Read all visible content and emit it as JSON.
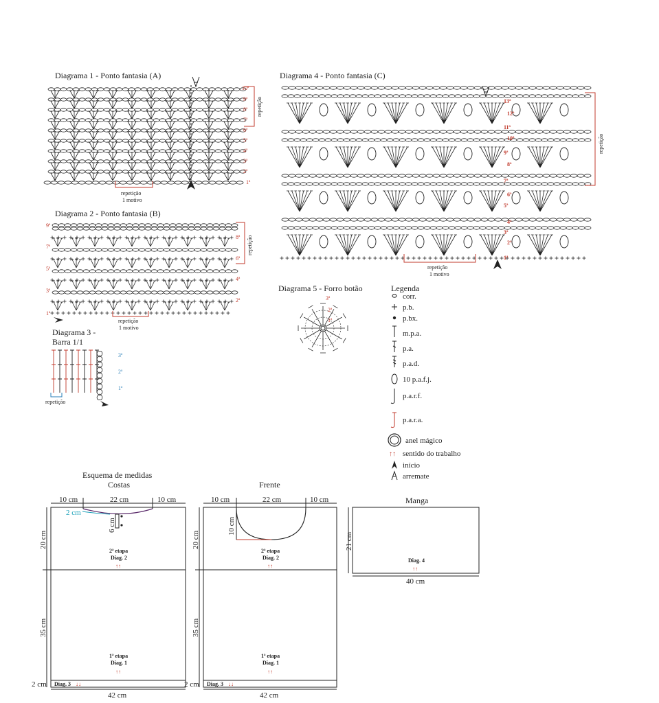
{
  "diagrams": {
    "d1": {
      "title": "Diagrama 1 - Ponto fantasia (A)",
      "rows": [
        "1ª",
        "2ª",
        "3ª",
        "4ª",
        "5ª",
        "6ª",
        "7ª",
        "8ª",
        "9ª",
        "10ª"
      ],
      "repeat_side": "repetição",
      "repeat_bottom": "repetição",
      "motif": "1 motivo"
    },
    "d2": {
      "title": "Diagrama 2 - Ponto fantasia (B)",
      "rows_left": [
        "1ª",
        "3ª",
        "5ª",
        "7ª",
        "9ª"
      ],
      "rows_right": [
        "2ª",
        "4ª",
        "6ª",
        "8ª"
      ],
      "repeat_side": "repetição",
      "repeat_bottom": "repetição",
      "motif": "1 motivo"
    },
    "d3": {
      "title_line1": "Diagrama 3 -",
      "title_line2": "Barra 1/1",
      "rows": [
        "1ª",
        "2ª",
        "3ª"
      ],
      "repeat": "repetição"
    },
    "d4": {
      "title": "Diagrama 4 - Ponto fantasia (C)",
      "rows": [
        "1ª",
        "2ª",
        "3ª",
        "4ª",
        "5ª",
        "6ª",
        "7ª",
        "8ª",
        "9ª",
        "10ª",
        "11ª",
        "12ª",
        "13ª"
      ],
      "repeat_side": "repetição",
      "repeat_bottom": "repetição",
      "motif": "1 motivo"
    },
    "d5": {
      "title": "Diagrama 5 - Forro botão",
      "rows": [
        "1ª",
        "2ª",
        "3ª"
      ]
    }
  },
  "legend": {
    "title": "Legenda",
    "items": [
      {
        "symbol": "chain",
        "label": "corr."
      },
      {
        "symbol": "plus",
        "label": "p.b."
      },
      {
        "symbol": "dot",
        "label": "p.bx."
      },
      {
        "symbol": "hdc",
        "label": "m.p.a."
      },
      {
        "symbol": "dc",
        "label": "p.a."
      },
      {
        "symbol": "tr",
        "label": "p.a.d."
      },
      {
        "symbol": "cluster",
        "label": "10 p.a.f.j."
      },
      {
        "symbol": "fpdc",
        "label": "p.a.r.f."
      },
      {
        "symbol": "bpdc",
        "label": "p.a.r.a."
      },
      {
        "symbol": "ring",
        "label": "anel mágico"
      },
      {
        "symbol": "arrows",
        "label": "sentido do trabalho"
      },
      {
        "symbol": "start",
        "label": "início"
      },
      {
        "symbol": "end",
        "label": "arremate"
      }
    ]
  },
  "schematics": {
    "heading": "Esquema de medidas",
    "costas": {
      "title": "Costas",
      "top_left": "10 cm",
      "top_mid": "22 cm",
      "top_right": "10 cm",
      "neck_depth": "2 cm",
      "slit": "6 cm",
      "upper_h": "20 cm",
      "lower_h": "35 cm",
      "border_h": "2 cm",
      "width": "42 cm",
      "stage2": "2ª etapa",
      "diag2": "Diag. 2",
      "stage1": "1ª etapa",
      "diag1": "Diag. 1",
      "border": "Diag. 3"
    },
    "frente": {
      "title": "Frente",
      "top_left": "10 cm",
      "top_mid": "22 cm",
      "top_right": "10 cm",
      "neck_depth": "10 cm",
      "upper_h": "20 cm",
      "lower_h": "35 cm",
      "border_h": "2 cm",
      "width": "42 cm",
      "stage2": "2ª etapa",
      "diag2": "Diag. 2",
      "stage1": "1ª etapa",
      "diag1": "Diag. 1",
      "border": "Diag. 3"
    },
    "manga": {
      "title": "Manga",
      "height": "21 cm",
      "width": "40 cm",
      "diag": "Diag. 4"
    },
    "arrows_up": "↑↑",
    "arrows_down": "↓↓"
  },
  "colors": {
    "line": "#222222",
    "accent_red": "#c0392b",
    "accent_blue": "#2a7fb8",
    "accent_cyan": "#1aa0b8",
    "neck_curve": "#5a2a6a"
  }
}
